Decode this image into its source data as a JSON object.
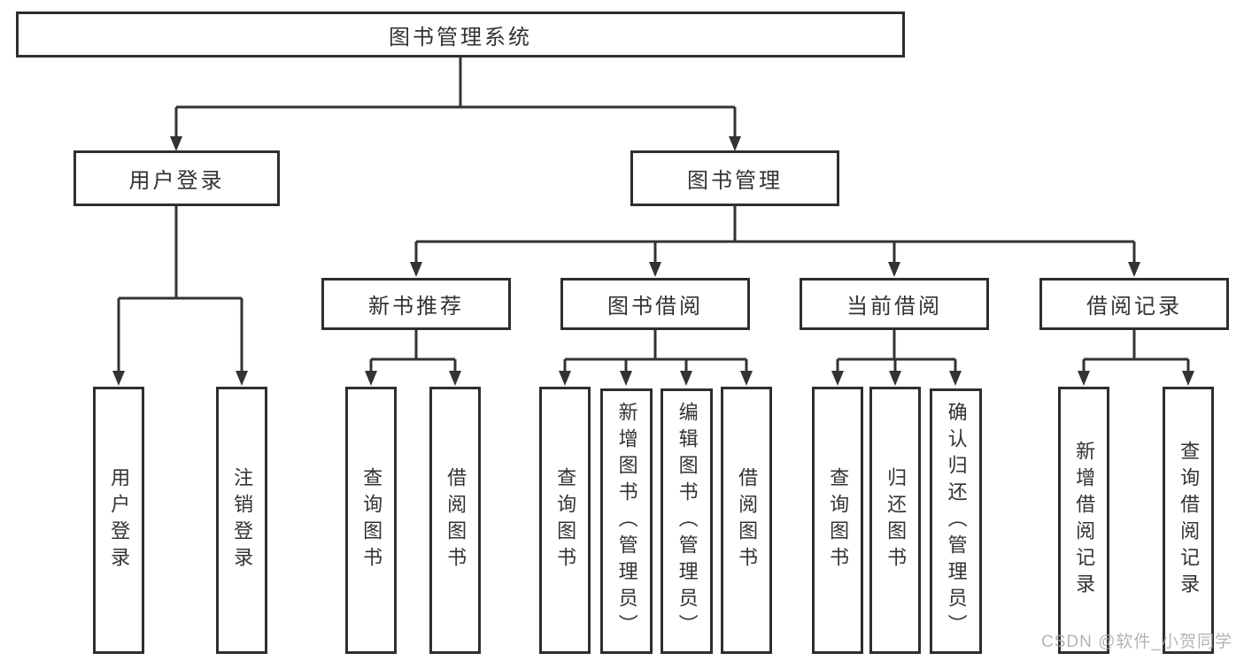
{
  "tree": {
    "label": "图书管理系统",
    "children": [
      {
        "label": "用户登录",
        "children": [
          {
            "label": "用户登录"
          },
          {
            "label": "注销登录"
          }
        ]
      },
      {
        "label": "图书管理",
        "children": [
          {
            "label": "新书推荐",
            "children": [
              {
                "label": "查询图书"
              },
              {
                "label": "借阅图书"
              }
            ]
          },
          {
            "label": "图书借阅",
            "children": [
              {
                "label": "查询图书"
              },
              {
                "label": "新增图书（管理员）"
              },
              {
                "label": "编辑图书（管理员）"
              },
              {
                "label": "借阅图书"
              }
            ]
          },
          {
            "label": "当前借阅",
            "children": [
              {
                "label": "查询图书"
              },
              {
                "label": "归还图书"
              },
              {
                "label": "确认归还（管理员）"
              }
            ]
          },
          {
            "label": "借阅记录",
            "children": [
              {
                "label": "新增借阅记录"
              },
              {
                "label": "查询借阅记录"
              }
            ]
          }
        ]
      }
    ]
  },
  "watermark": {
    "text": "CSDN @软件_小贺同学"
  },
  "colors": {
    "line": "#333333",
    "box_border": "#2e2e2e",
    "box_fill": "#ffffff",
    "text": "#333333",
    "watermark": "#a8a8a8",
    "background": "#ffffff"
  }
}
